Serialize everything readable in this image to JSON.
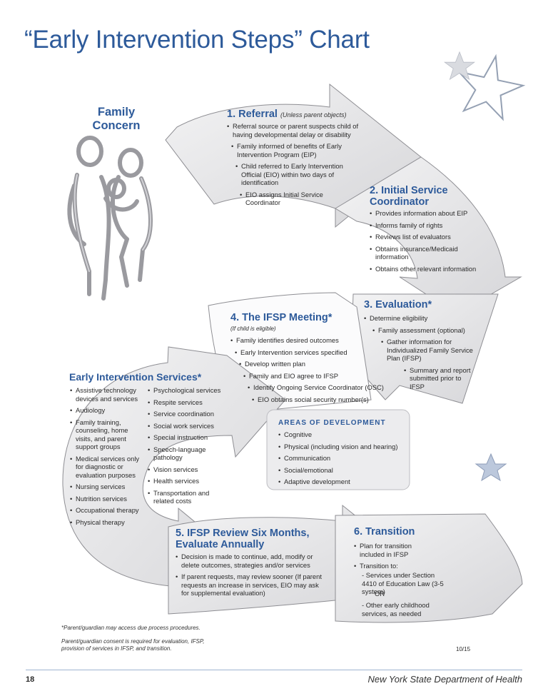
{
  "title": "“Early Intervention Steps” Chart",
  "family_concern": "Family Concern",
  "steps": [
    {
      "heading": "1. Referral",
      "note": "(Unless parent objects)",
      "items": [
        "Referral source or parent suspects child of having developmental delay or disability",
        "Family informed of benefits of Early Intervention Program (EIP)",
        "Child referred to Early Intervention Official (EIO) within two days of identification",
        "EIO assigns Initial Service Coordinator"
      ]
    },
    {
      "heading": "2. Initial Service Coordinator",
      "items": [
        "Provides information about EIP",
        "Informs family of rights",
        "Reviews list of evaluators",
        "Obtains insurance/Medicaid information",
        "Obtains other relevant information"
      ]
    },
    {
      "heading": "3. Evaluation*",
      "items": [
        "Determine eligibility",
        "Family assessment (optional)",
        "Gather information for Individualized Family Service Plan (IFSP)",
        "Summary and report submitted prior to IFSP"
      ]
    },
    {
      "heading": "4. The IFSP Meeting*",
      "note": "(If child is eligible)",
      "items": [
        "Family identifies desired outcomes",
        "Early Intervention services specified",
        "Develop written plan",
        "Family and EIO agree to IFSP",
        "Identify Ongoing Service Coordinator (OSC)",
        "EIO obtains social security number(s)"
      ]
    },
    {
      "heading": "5. IFSP Review Six Months, Evaluate Annually",
      "items": [
        "Decision is made to continue, add, modify or delete outcomes, strategies and/or services",
        "If parent requests, may review sooner (If parent requests an increase in services, EIO may ask for supplemental evaluation)"
      ]
    },
    {
      "heading": "6. Transition",
      "items": [
        "Plan for transition included in IFSP",
        "Transition to:"
      ],
      "sub": [
        "- Services under Section 4410 of Education Law (3-5 system)",
        "OR",
        "- Other early childhood services, as needed"
      ]
    }
  ],
  "eis": {
    "heading": "Early Intervention Services*",
    "col1": [
      "Assistive technology devices and services",
      "Audiology",
      "Family training, counseling, home visits, and parent support groups",
      "Medical services only for diagnostic or evaluation purposes",
      "Nursing services",
      "Nutrition services",
      "Occupational therapy",
      "Physical therapy"
    ],
    "col2": [
      "Psychological services",
      "Respite services",
      "Service coordination",
      "Social work services",
      "Special instruction",
      "Speech-language pathology",
      "Vision services",
      "Health services",
      "Transportation and related costs"
    ]
  },
  "aod": {
    "heading": "AREAS OF DEVELOPMENT",
    "items": [
      "Cognitive",
      "Physical (including vision and hearing)",
      "Communication",
      "Social/emotional",
      "Adaptive development"
    ]
  },
  "footnotes": [
    "*Parent/guardian may access due process procedures.",
    "Parent/guardian consent is required for evaluation, IFSP, provision of services in IFSP, and transition."
  ],
  "date": "10/15",
  "page_number": "18",
  "department": "New York State Department of Health",
  "colors": {
    "heading_blue": "#2d5a9a",
    "arrow_gray": "#e3e3e5",
    "arrow_dark": "#a9a9ad"
  }
}
